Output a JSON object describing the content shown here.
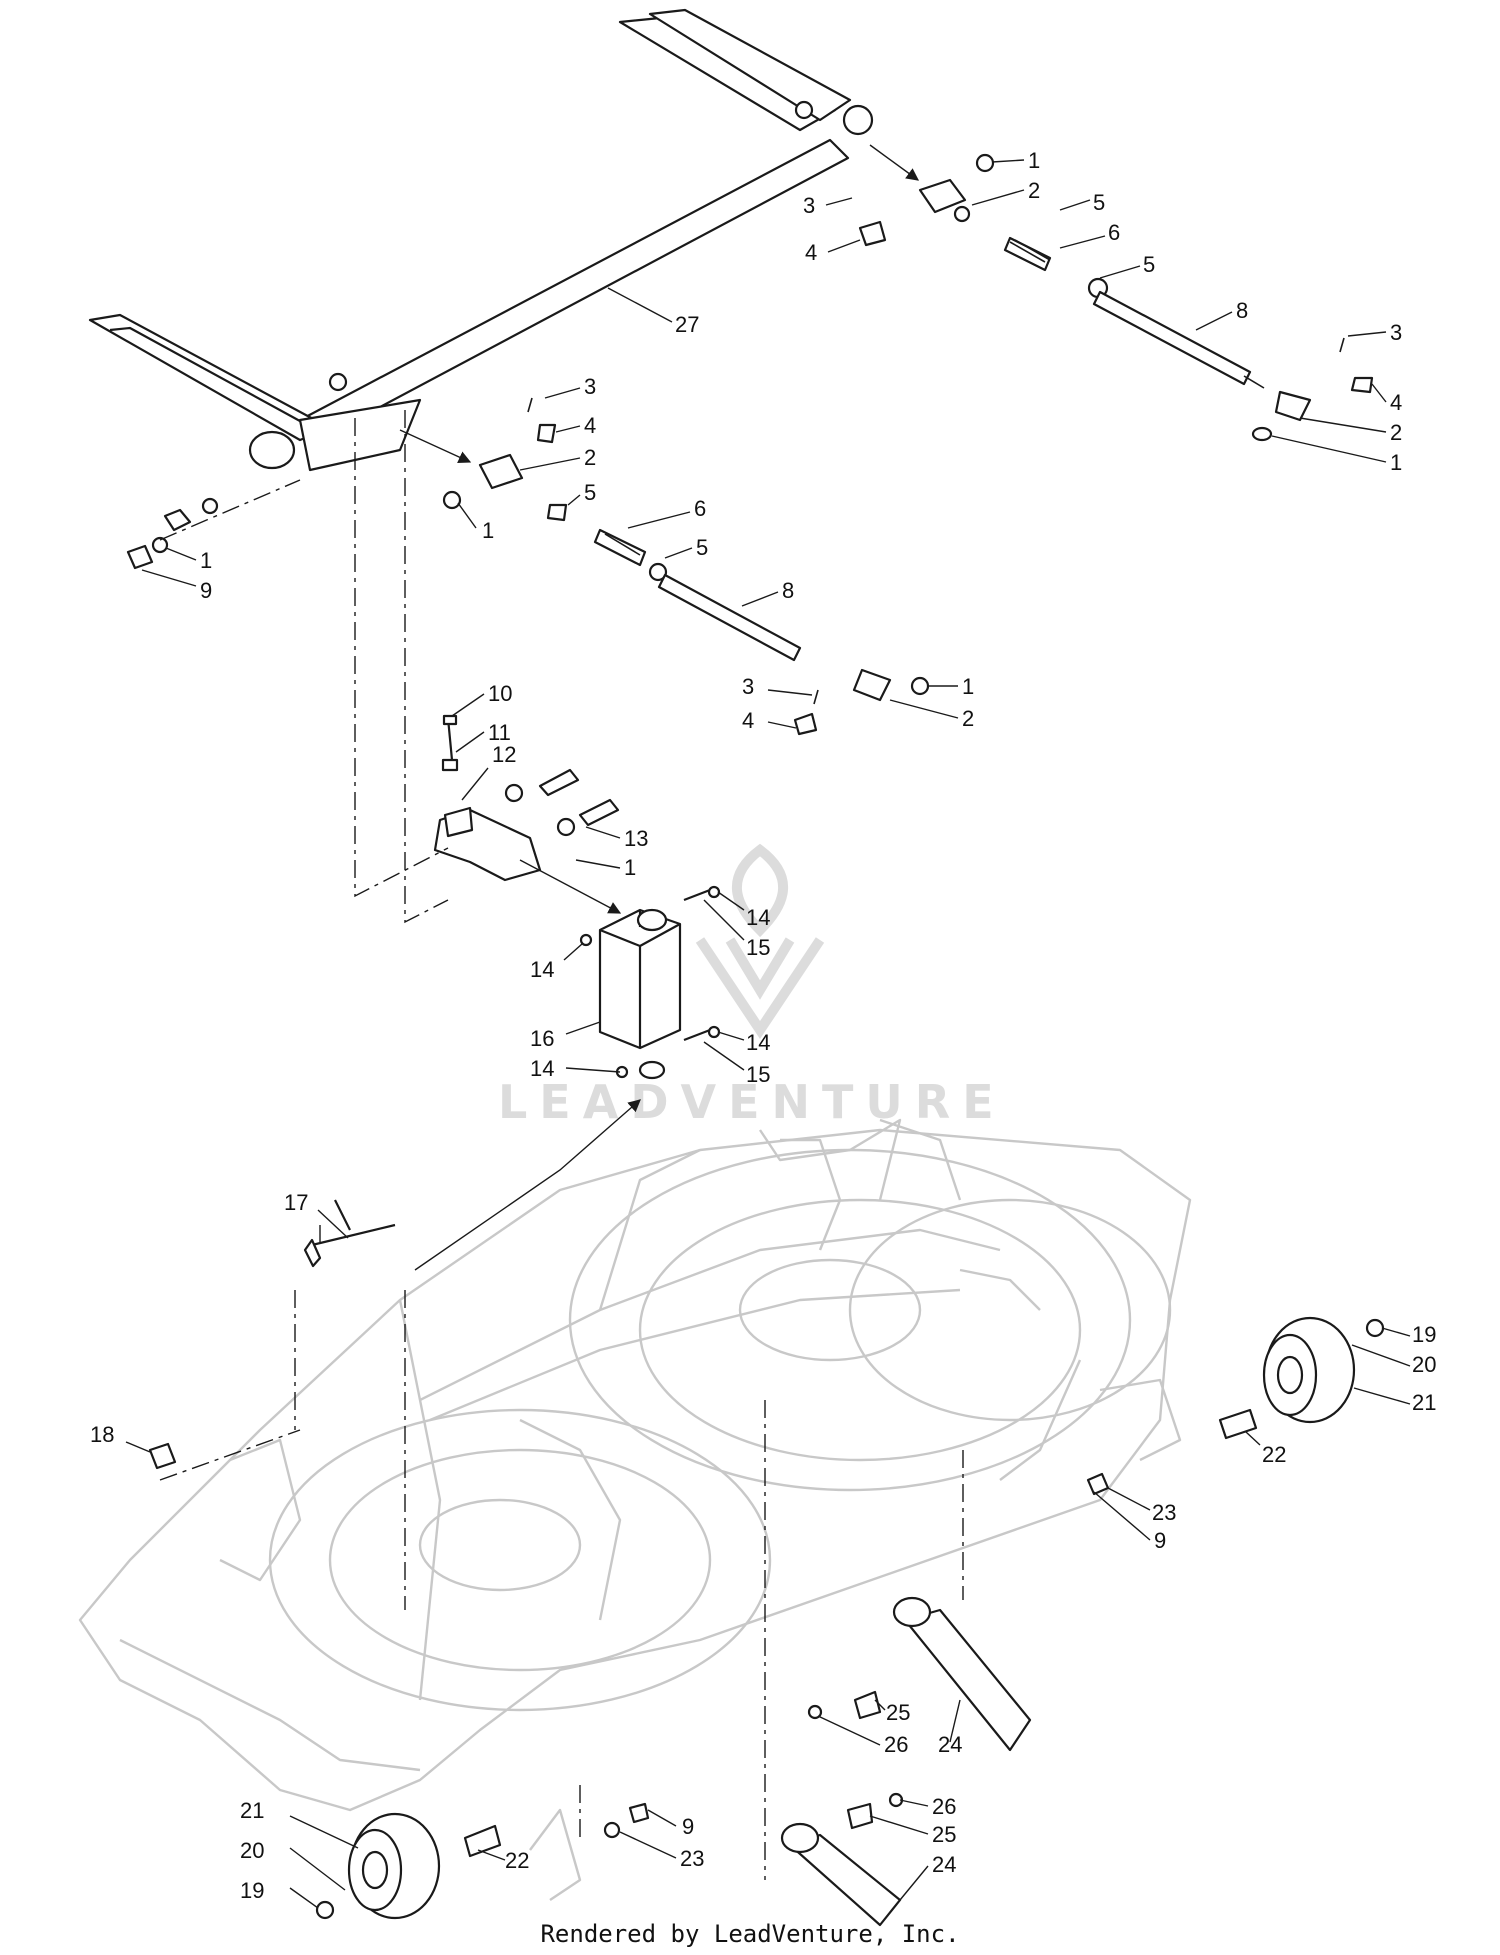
{
  "watermark": "LEADVENTURE",
  "footer": "Rendered by LeadVenture, Inc.",
  "callouts": [
    "1",
    "2",
    "3",
    "4",
    "5",
    "6",
    "8",
    "9",
    "10",
    "11",
    "12",
    "13",
    "14",
    "15",
    "16",
    "17",
    "18",
    "19",
    "20",
    "21",
    "22",
    "23",
    "24",
    "25",
    "26",
    "27"
  ]
}
